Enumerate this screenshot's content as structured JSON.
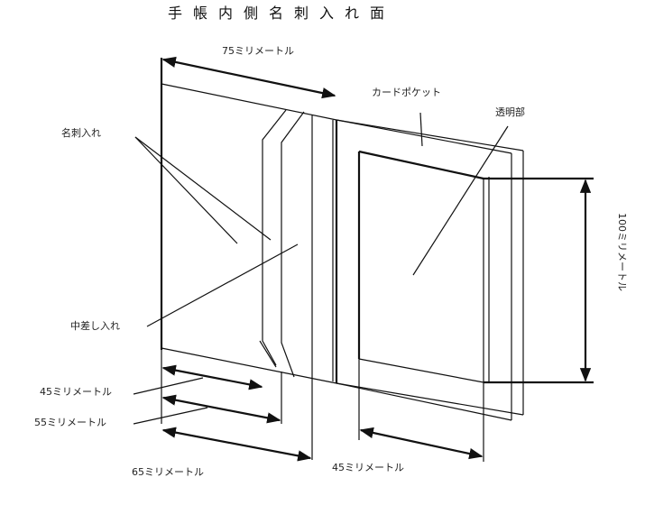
{
  "title": "手帳内側名刺入れ面",
  "labels": {
    "top_width": "75ミリメートル",
    "card_pocket": "カードポケット",
    "transparent": "透明部",
    "card_holder": "名刺入れ",
    "inner_holder": "中差し入れ",
    "height": "100ミリメートル",
    "w45_left": "45ミリメートル",
    "w55": "55ミリメートル",
    "w65": "65ミリメートル",
    "w45_right": "45ミリメートル"
  }
}
